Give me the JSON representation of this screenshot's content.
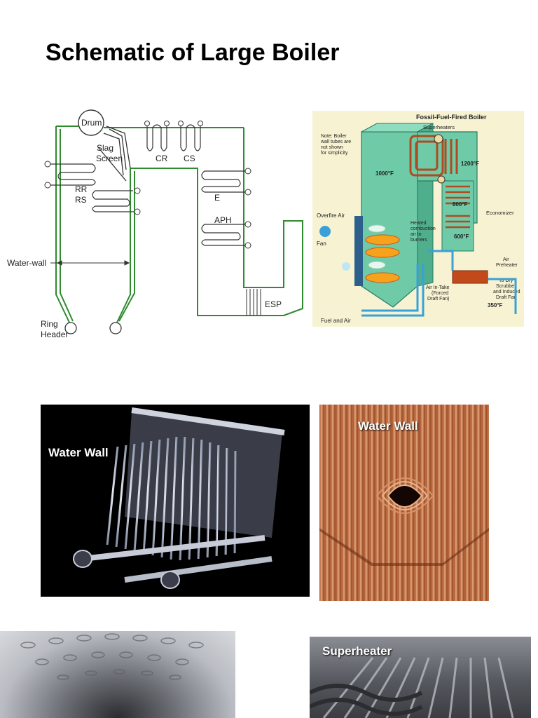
{
  "page": {
    "title": "Schematic of Large Boiler"
  },
  "schematic": {
    "labels": {
      "drum": "Drum",
      "slag": "Slag",
      "screen": "Screen",
      "cr": "CR",
      "cs": "CS",
      "rr": "RR",
      "rs": "RS",
      "e": "E",
      "aph": "APH",
      "water_wall": "Water-wall",
      "esp": "ESP",
      "ring": "Ring",
      "header": "Header"
    },
    "colors": {
      "line": "#2e8b2e",
      "dark": "#333333"
    }
  },
  "fossil_boiler": {
    "title": "Fossil-Fuel-Fired Boiler",
    "note_lines": [
      "Note: Boiler",
      "wall tubes are",
      "not shown",
      "for simplicity"
    ],
    "superheaters": "Superheaters",
    "temp_1000": "1000°F",
    "temp_1200": "1200°F",
    "temp_800": "800°F",
    "temp_600": "600°F",
    "temp_350": "350°F",
    "economizer": "Economizer",
    "overfire_air": "Overfire Air",
    "fan": "Fan",
    "heated_air_lines": [
      "Heated",
      "combustion",
      "air to",
      "burners"
    ],
    "air_preheater_lines": [
      "Air",
      "Preheater"
    ],
    "to_dry_lines": [
      "To Dry",
      "Scrubber",
      "and Induced",
      "Draft Fan"
    ],
    "air_intake_lines": [
      "Air In-Take",
      "(Forced",
      "Draft Fan)"
    ],
    "fuel_and_air": "Fuel and Air",
    "colors": {
      "wall": "#6fcaa8",
      "tube": "#b24a1f",
      "flame": "#f7a21b",
      "bg": "#f7f3d2"
    }
  },
  "photos": {
    "water_wall_1": "Water Wall",
    "water_wall_2": "Water Wall",
    "superheater": "Superheater"
  }
}
